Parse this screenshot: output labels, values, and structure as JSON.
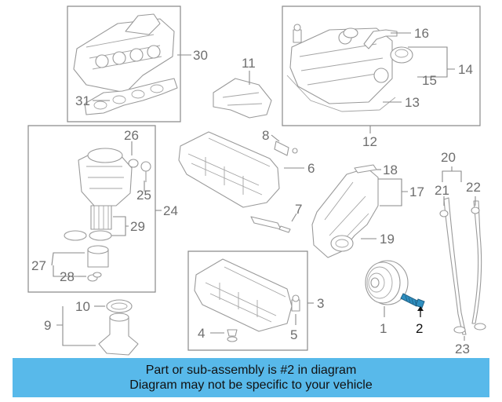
{
  "callouts": {
    "c1": "1",
    "c2": "2",
    "c3": "3",
    "c4": "4",
    "c5": "5",
    "c6": "6",
    "c7": "7",
    "c8": "8",
    "c9": "9",
    "c10": "10",
    "c11": "11",
    "c12": "12",
    "c13": "13",
    "c14": "14",
    "c15": "15",
    "c16": "16",
    "c17": "17",
    "c18": "18",
    "c19": "19",
    "c20": "20",
    "c21": "21",
    "c22": "22",
    "c23": "23",
    "c24": "24",
    "c25": "25",
    "c26": "26",
    "c27": "27",
    "c28": "28",
    "c29": "29",
    "c30": "30",
    "c31": "31"
  },
  "highlight": {
    "part_number": "2",
    "color": "#2f8fc0"
  },
  "banner": {
    "line1": "Part or sub-assembly is #2 in diagram",
    "line2": "Diagram may not be specific to your vehicle",
    "color": "#58b9ea"
  }
}
